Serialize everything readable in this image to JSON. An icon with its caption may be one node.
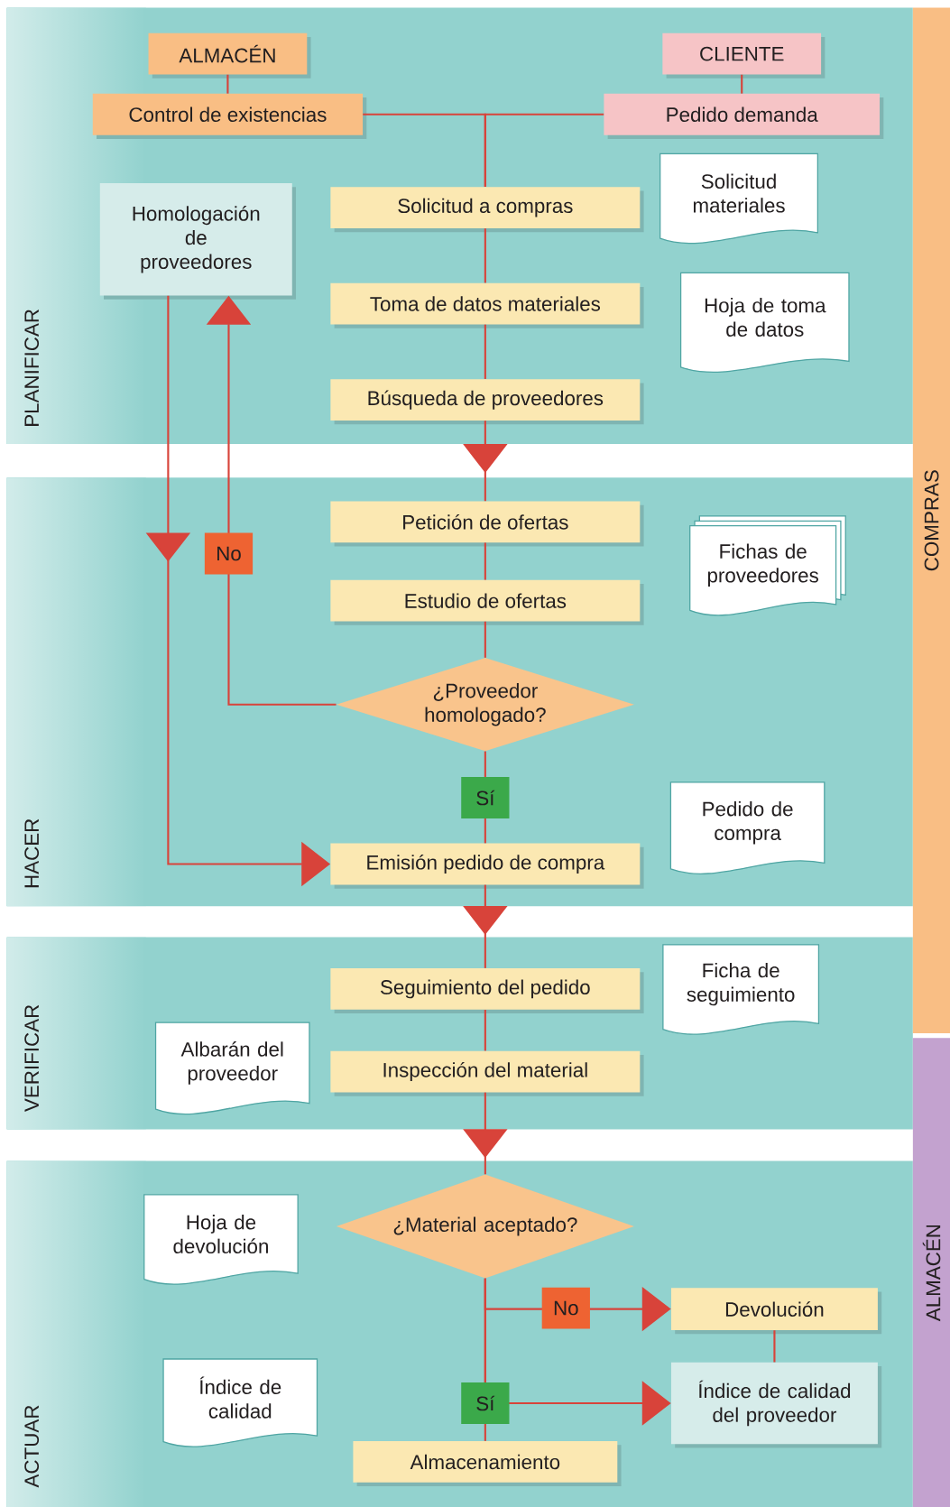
{
  "diagram": {
    "nodes": [
      {
        "text": [
          "PLANIFICAR"
        ]
      },
      {
        "text": [
          "ALMACÉN"
        ],
        "in": 0
      },
      {
        "text": [
          "CLIENTE"
        ],
        "in": 0
      },
      {
        "text": [
          "Control de existencias"
        ],
        "in": 0
      },
      {
        "text": [
          "Pedido demanda"
        ],
        "in": 0
      },
      {
        "text": [
          "Homologación de proveedores"
        ],
        "in": 0
      },
      {
        "text": [
          "Solicitud a compras"
        ],
        "in": 0
      },
      {
        "text": [
          "Solicitud materiales"
        ],
        "in": 0
      },
      {
        "text": [
          "Toma de datos materiales"
        ],
        "in": 0
      },
      {
        "text": [
          "Hoja de toma de datos"
        ],
        "in": 0
      },
      {
        "text": [
          "Búsqueda de proveedores"
        ],
        "in": 0
      },
      {
        "text": [
          "HACER"
        ]
      },
      {
        "text": [
          "Petición de ofertas"
        ],
        "in": 11
      },
      {
        "text": [
          "Fichas de proveedores"
        ],
        "in": 11
      },
      {
        "text": [
          "Estudio de ofertas"
        ],
        "in": 11
      },
      {
        "text": [
          "¿Proveedor homologado?"
        ],
        "in": 11
      },
      {
        "text": [
          "Emisión pedido de compra"
        ],
        "in": 11
      },
      {
        "text": [
          "Pedido de compra"
        ],
        "in": 11
      },
      {
        "text": [
          "VERIFICAR"
        ]
      },
      {
        "text": [
          "Seguimiento del pedido"
        ],
        "in": 18
      },
      {
        "text": [
          "Ficha de seguimiento"
        ],
        "in": 18
      },
      {
        "text": [
          "Albarán del proveedor"
        ],
        "in": 18
      },
      {
        "text": [
          "Inspección del material"
        ],
        "in": 18
      },
      {
        "text": [
          "ACTUAR"
        ]
      },
      {
        "text": [
          "¿Material aceptado?"
        ],
        "in": 23
      },
      {
        "text": [
          "Hoja de devolución"
        ],
        "in": 23
      },
      {
        "text": [
          "Devolución"
        ],
        "in": 23
      },
      {
        "text": [
          "Índice de calidad"
        ],
        "in": 23
      },
      {
        "text": [
          "Índice de calidad del proveedor"
        ],
        "in": 23
      },
      {
        "text": [
          "Almacenamiento"
        ],
        "in": 23
      },
      {
        "text": [
          "COMPRAS"
        ]
      },
      {
        "text": [
          "ALMACÉN"
        ]
      }
    ],
    "edges": [
      {
        "from": 1,
        "to": 3,
        "arrow": "none"
      },
      {
        "from": 2,
        "to": 4,
        "arrow": "none"
      },
      {
        "from": 3,
        "to": 6,
        "arrow": "none"
      },
      {
        "from": 4,
        "to": 6,
        "arrow": "none"
      },
      {
        "from": 6,
        "to": 8,
        "arrow": "none"
      },
      {
        "from": 8,
        "to": 10,
        "arrow": "none"
      },
      {
        "from": 10,
        "to": 12,
        "arrow": "to"
      },
      {
        "from": 12,
        "to": 14,
        "arrow": "none"
      },
      {
        "from": 14,
        "to": 15,
        "arrow": "none"
      },
      {
        "from": 15,
        "to": 5,
        "arrow": "to",
        "label": "No"
      },
      {
        "from": 5,
        "to": 16,
        "arrow": "to"
      },
      {
        "from": 15,
        "to": 16,
        "arrow": "none",
        "label": "Sí"
      },
      {
        "from": 16,
        "to": 19,
        "arrow": "to"
      },
      {
        "from": 19,
        "to": 22,
        "arrow": "none"
      },
      {
        "from": 22,
        "to": 24,
        "arrow": "to"
      },
      {
        "from": 24,
        "to": 26,
        "arrow": "to",
        "label": "No"
      },
      {
        "from": 24,
        "to": 28,
        "arrow": "to",
        "label": "Sí"
      },
      {
        "from": 24,
        "to": 29,
        "arrow": "none"
      },
      {
        "from": 26,
        "to": 28,
        "arrow": "none"
      }
    ]
  }
}
